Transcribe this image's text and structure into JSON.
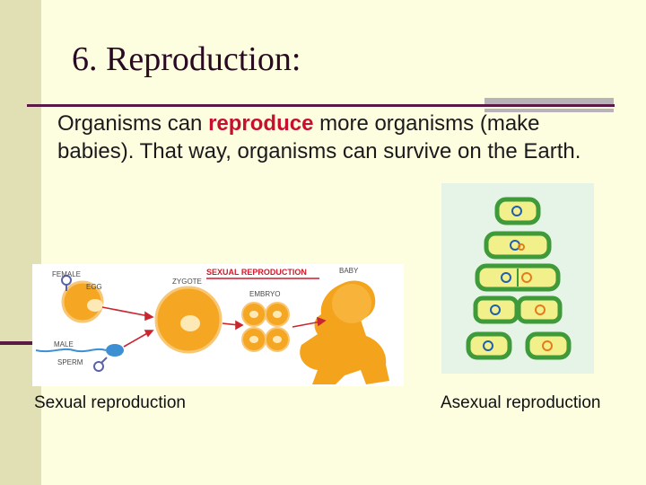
{
  "slide": {
    "title": "6. Reproduction:",
    "body": {
      "before": "Organisms can ",
      "highlight": "reproduce",
      "after": " more organisms (make babies). That way, organisms can survive on the Earth."
    }
  },
  "figures": {
    "sexual": {
      "labels": {
        "female": "FEMALE",
        "egg": "EGG",
        "zygote": "ZYGOTE",
        "heading": "SEXUAL REPRODUCTION",
        "baby": "BABY",
        "embryo": "EMBRYO",
        "male": "MALE",
        "sperm": "SPERM"
      },
      "caption": "Sexual reproduction"
    },
    "asexual": {
      "caption": "Asexual reproduction"
    }
  },
  "colors": {
    "background": "#fdfde0",
    "sidebar": "#e1e0b4",
    "rule": "#5a1a45",
    "highlight": "#c8102e",
    "cell_orange": "#f5a623",
    "cell_green": "#3f9a3a"
  }
}
